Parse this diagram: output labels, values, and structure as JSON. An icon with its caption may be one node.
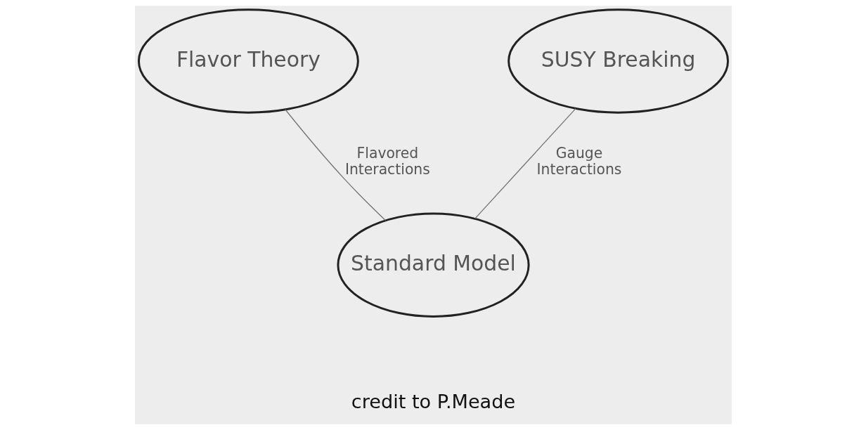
{
  "diagram": {
    "nodes": [
      {
        "text": [
          "Flavor Theory"
        ]
      },
      {
        "text": [
          "SUSY Breaking"
        ]
      },
      {
        "text": [
          "Standard Model"
        ]
      }
    ],
    "edges": [
      {
        "from": 0,
        "to": 2,
        "arrow": "none",
        "label": "Flavored Interactions"
      },
      {
        "from": 1,
        "to": 2,
        "arrow": "none",
        "label": "Gauge Interactions"
      }
    ],
    "labels": [
      "credit to P.Meade"
    ]
  }
}
